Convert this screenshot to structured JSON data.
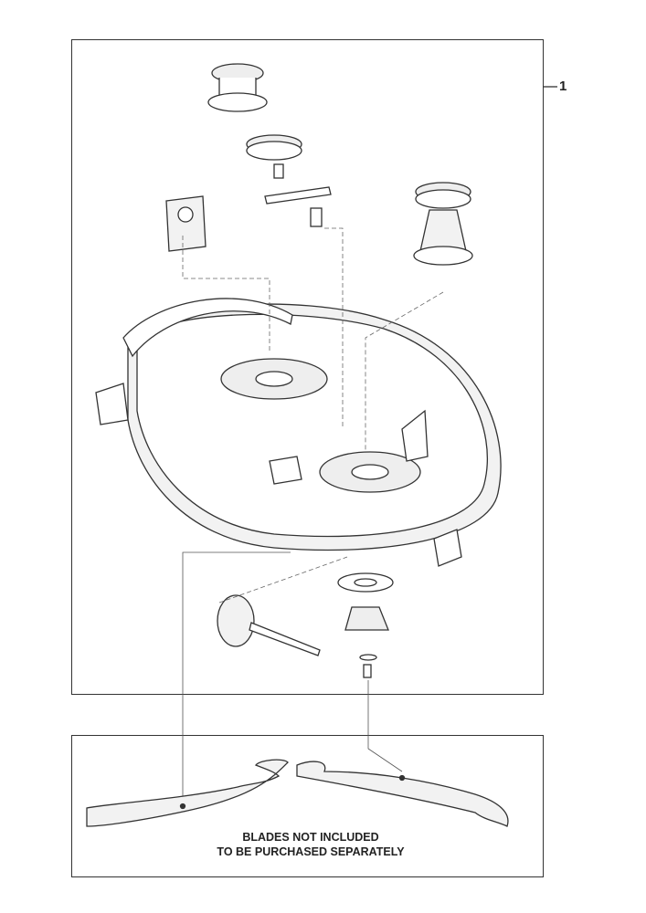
{
  "callout": {
    "number": "1"
  },
  "note": {
    "line1": "BLADES NOT INCLUDED",
    "line2": "TO BE PURCHASED SEPARATELY"
  }
}
